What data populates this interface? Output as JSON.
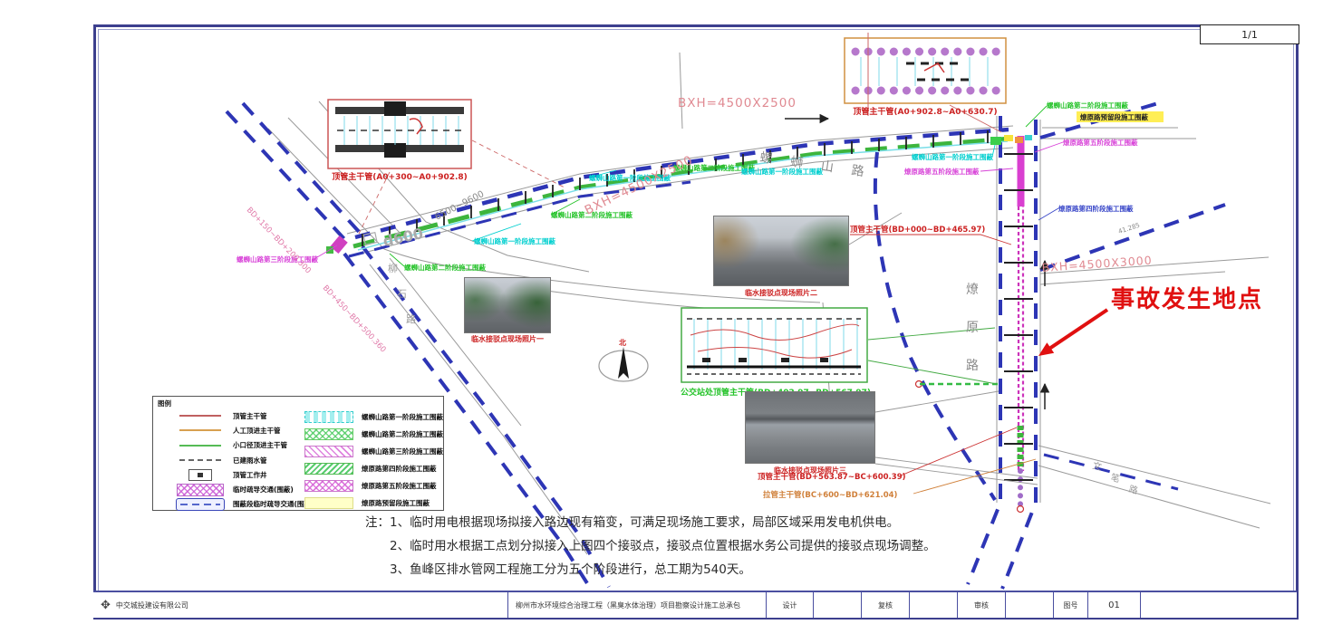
{
  "sheet": {
    "page_label": "1/1",
    "drawing_no": "01"
  },
  "accident_label": "事故发生地点",
  "north_label": "北",
  "notes": {
    "lines": [
      "注：1、临时用电根据现场拟接入路边现有箱变，可满足现场施工要求，局部区域采用发电机供电。",
      "2、临时用水根据工点划分拟接入上图四个接驳点，接驳点位置根据水务公司提供的接驳点现场调整。",
      "3、鱼峰区排水管网工程施工分为五个阶段进行，总工期为540天。"
    ]
  },
  "legend": {
    "title": "图例",
    "left_items": [
      {
        "symbol": "red-line",
        "label": "顶管主干管"
      },
      {
        "symbol": "orange-line",
        "label": "人工顶进主干管"
      },
      {
        "symbol": "green-line",
        "label": "小口径顶进主干管"
      },
      {
        "symbol": "gray-dash",
        "label": "已建雨水管"
      },
      {
        "symbol": "work-shaft",
        "label": "顶管工作井"
      },
      {
        "symbol": "magenta-hatch",
        "label": "临时疏导交通(围蔽)"
      },
      {
        "symbol": "blue-closure-box",
        "label": "围蔽段临时疏导交通(围蔽)"
      }
    ],
    "right_items": [
      {
        "symbol": "cyan-hatch",
        "label": "螺蛳山路第一阶段施工围蔽"
      },
      {
        "symbol": "green-x-hatch",
        "label": "螺蛳山路第二阶段施工围蔽"
      },
      {
        "symbol": "magenta-diag-hatch",
        "label": "螺蛳山路第三阶段施工围蔽"
      },
      {
        "symbol": "green-dense-hatch",
        "label": "燎原路第四阶段施工围蔽"
      },
      {
        "symbol": "magenta-x-hatch",
        "label": "燎原路第五阶段施工围蔽"
      },
      {
        "symbol": "yellow-solid",
        "label": "燎原路预留段施工围蔽"
      }
    ]
  },
  "title_block": {
    "company": "中交城投建设有限公司",
    "project": "柳州市水环境综合治理工程（黑臭水体治理）项目勘察设计施工总承包",
    "field_design": "设计",
    "field_check": "复核",
    "field_review": "审核",
    "field_no": "图号",
    "drawing_no": "01"
  },
  "details": [
    {
      "caption": "顶管主干管(A0+300~A0+902.8)"
    },
    {
      "caption": "顶管主干管(A0+902.8~A0+630.7)"
    },
    {
      "caption": "公交站处顶管主干管(BD+402.97~BD+567.97)"
    }
  ],
  "photos": [
    {
      "caption": "临水接驳点现场照片一"
    },
    {
      "caption": "临水接驳点现场照片二"
    },
    {
      "caption": "临水接驳点现场照片三"
    }
  ],
  "pipe_callouts": [
    {
      "text": "顶管主干管(BD+000~BD+465.97)"
    },
    {
      "text": "顶管主干管(BD+563.87~BC+600.39)"
    },
    {
      "text": "拉管主干管(BC+600~BD+621.04)"
    }
  ],
  "phase_callouts": [
    {
      "text": "螺蛳山路第一阶段施工围蔽",
      "color": "cyan"
    },
    {
      "text": "螺蛳山路第二阶段施工围蔽",
      "color": "green"
    },
    {
      "text": "螺蛳山路第二阶段施工围蔽",
      "color": "green"
    },
    {
      "text": "螺蛳山路第一阶段施工围蔽",
      "color": "cyan"
    },
    {
      "text": "螺蛳山路第二阶段施工围蔽",
      "color": "green"
    },
    {
      "text": "螺蛳山路第一阶段施工围蔽",
      "color": "cyan"
    },
    {
      "text": "螺蛳山路第三阶段施工围蔽",
      "color": "magenta"
    },
    {
      "text": "螺蛳山路第一阶段施工围蔽",
      "color": "cyan"
    },
    {
      "text": "燎原路第五阶段施工围蔽",
      "color": "magenta"
    },
    {
      "text": "螺蛳山路第二阶段施工围蔽",
      "color": "green"
    },
    {
      "text": "燎原路预留段施工围蔽",
      "color": "yellow"
    },
    {
      "text": "燎原路第五阶段施工围蔽",
      "color": "magenta"
    },
    {
      "text": "燎原路第四阶段施工围蔽",
      "color": "blue"
    }
  ],
  "dimensions": {
    "box_main": "BXH=4500X2500",
    "box_diag": "BXH=4500X2500",
    "box_right": "BXH=4500X3000",
    "pipe_dia": "d600",
    "span": "6500~9600",
    "chainage_left_1": "BD+150~BD+200.300",
    "chainage_left_2": "BD+450~BD+500.360",
    "spot_level": "41.285"
  },
  "roads": {
    "main": "螺蛳山路",
    "vertical_chars": [
      "燎",
      "原",
      "路"
    ],
    "left_chars": [
      "柳",
      "石",
      "路"
    ],
    "branch_chars": [
      "文",
      "笔",
      "路"
    ]
  },
  "colors": {
    "accent_red": "#e01010",
    "enclosure_blue": "#2d35b5",
    "pipeline_green": "#3db53d",
    "pipeline_magenta": "#cc33bb",
    "phase_cyan": "#00cfcf",
    "phase_green": "#25c32a",
    "phase_magenta": "#d844d8",
    "phase_yellow": "#ffee55",
    "sheet_border": "#3c3f8e"
  }
}
